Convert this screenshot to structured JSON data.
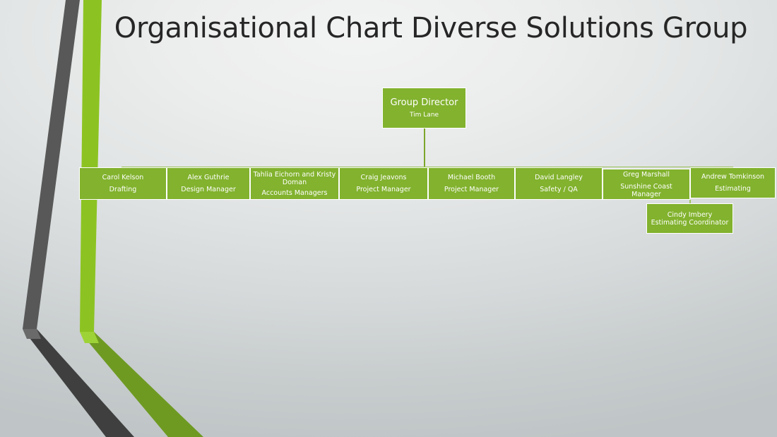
{
  "slide": {
    "title": "Organisational Chart Diverse Solutions Group",
    "theme_accent_green": "#82B22E",
    "theme_accent_gray": "#595959",
    "background_light": "#EDEEEE",
    "background_dark": "#C4C9CA",
    "node_text_color": "#FFFFFF"
  },
  "org_chart": {
    "root": {
      "line1": "Group Director",
      "line2": "Tim Lane"
    },
    "level2": [
      {
        "line1": "Carol Kelson",
        "line2": "Drafting"
      },
      {
        "line1": "Alex Guthrie",
        "line2": "Design Manager"
      },
      {
        "line1": "Tahlia  Eichorn and Kristy Doman",
        "line2": "Accounts Managers"
      },
      {
        "line1": "Craig Jeavons",
        "line2": "Project Manager"
      },
      {
        "line1": "Michael Booth",
        "line2": "Project Manager"
      },
      {
        "line1": "David Langley",
        "line2": "Safety / QA"
      },
      {
        "line1": "Greg Marshall",
        "line2": "Sunshine Coast Manager"
      },
      {
        "line1": "Andrew Tomkinson",
        "line2": "Estimating"
      }
    ],
    "level3": [
      {
        "line1": "Cindy Imbery  Estimating Coordinator",
        "line2": ""
      }
    ]
  }
}
